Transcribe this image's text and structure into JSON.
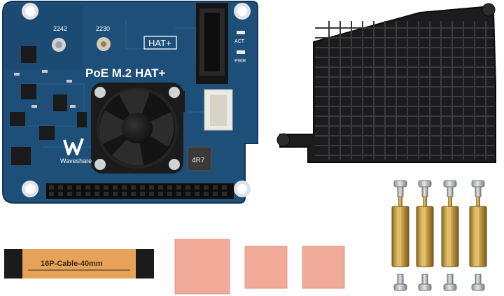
{
  "board": {
    "title": "PoE M.2 HAT+",
    "hat_tag": "HAT+",
    "standoff_2242": "2242",
    "standoff_2230": "2230",
    "led_act": "ACT",
    "led_pwr": "PWR",
    "inductor_code": "4R7",
    "brand": "Waveshare",
    "colors": {
      "pcb": "#1d4f79",
      "pcb_dark": "#163e61",
      "fan": "#1b1b1b"
    }
  },
  "cable": {
    "label": "16P-Cable-40mm",
    "color": "#e6a258"
  },
  "heatsink": {
    "color": "#1c1c1e"
  },
  "thermal_pad": {
    "color": "#f1aa97",
    "count": 3
  },
  "hardware": {
    "standoff_color": "#c9a24b",
    "screw_color": "#bfc2c6",
    "standoff_count": 4,
    "screw_count": 8
  }
}
